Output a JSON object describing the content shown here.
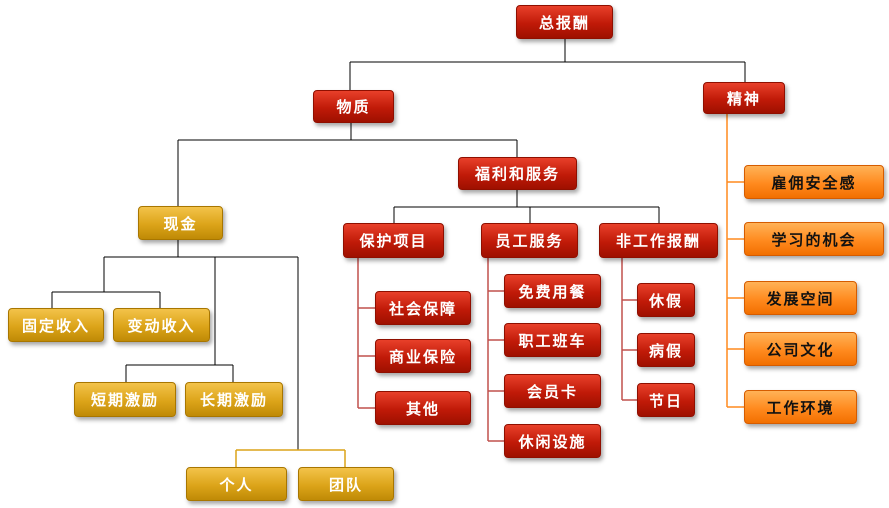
{
  "diagram": {
    "root": "总报酬",
    "material": "物质",
    "spirit": "精神",
    "cash": "现金",
    "benefits": "福利和服务",
    "fixed_income": "固定收入",
    "variable_income": "变动收入",
    "short_term_incentive": "短期激励",
    "long_term_incentive": "长期激励",
    "individual": "个人",
    "team": "团队",
    "protection": "保护项目",
    "employee_service": "员工服务",
    "non_work_pay": "非工作报酬",
    "social_insurance": "社会保障",
    "commercial_insurance": "商业保险",
    "other": "其他",
    "free_meal": "免费用餐",
    "shuttle_bus": "职工班车",
    "membership_card": "会员卡",
    "leisure_facilities": "休闲设施",
    "vacation": "休假",
    "sick_leave": "病假",
    "holiday": "节日",
    "employment_security": "雇佣安全感",
    "learning_opportunity": "学习的机会",
    "development_space": "发展空间",
    "company_culture": "公司文化",
    "work_environment": "工作环境"
  },
  "colors": {
    "red": "#c01a08",
    "gold": "#dca419",
    "orange": "#ff8a1e",
    "line_dark": "#000000",
    "line_red": "#c0504d",
    "line_orange": "#ff8a1e",
    "line_gold": "#dca419"
  }
}
